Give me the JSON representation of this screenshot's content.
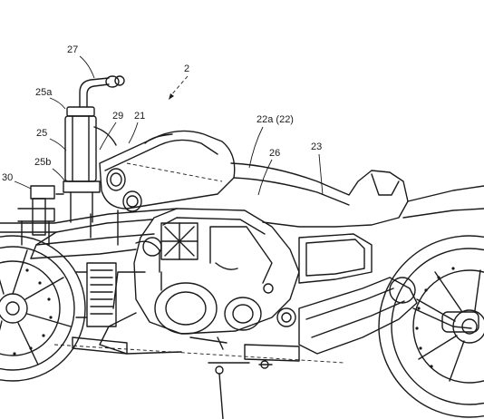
{
  "diagram": {
    "labels": [
      {
        "id": "label-27",
        "text": "27"
      },
      {
        "id": "label-2",
        "text": "2"
      },
      {
        "id": "label-25a",
        "text": "25a"
      },
      {
        "id": "label-29",
        "text": "29"
      },
      {
        "id": "label-21",
        "text": "21"
      },
      {
        "id": "label-22a",
        "text": "22a (22)"
      },
      {
        "id": "label-25",
        "text": "25"
      },
      {
        "id": "label-26",
        "text": "26"
      },
      {
        "id": "label-23",
        "text": "23"
      },
      {
        "id": "label-25b",
        "text": "25b"
      },
      {
        "id": "label-30",
        "text": "30"
      }
    ]
  }
}
